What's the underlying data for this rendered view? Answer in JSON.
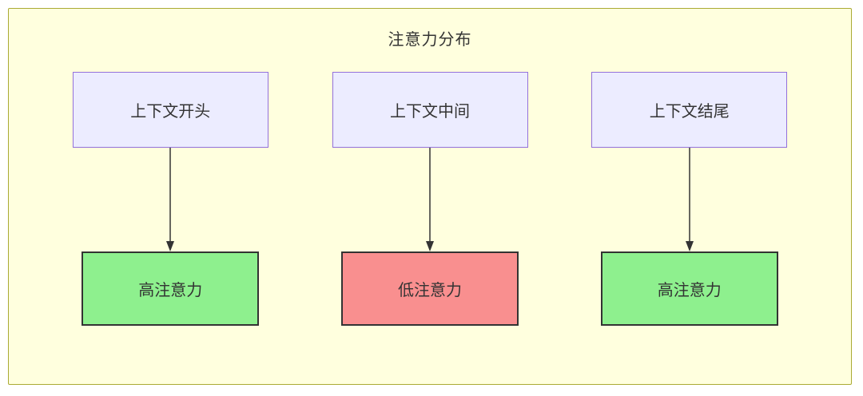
{
  "diagram": {
    "title": "注意力分布",
    "colors": {
      "background": "#ffffde",
      "frame_border": "#aaaa33",
      "source_fill": "#ececff",
      "source_border": "#9370db",
      "high_fill": "#8ef08e",
      "low_fill": "#f98f8f",
      "node_border": "#333333",
      "arrow": "#333333"
    },
    "columns": [
      {
        "source": {
          "label": "上下文开头"
        },
        "target": {
          "label": "高注意力",
          "level": "high"
        }
      },
      {
        "source": {
          "label": "上下文中间"
        },
        "target": {
          "label": "低注意力",
          "level": "low"
        }
      },
      {
        "source": {
          "label": "上下文结尾"
        },
        "target": {
          "label": "高注意力",
          "level": "high"
        }
      }
    ]
  }
}
